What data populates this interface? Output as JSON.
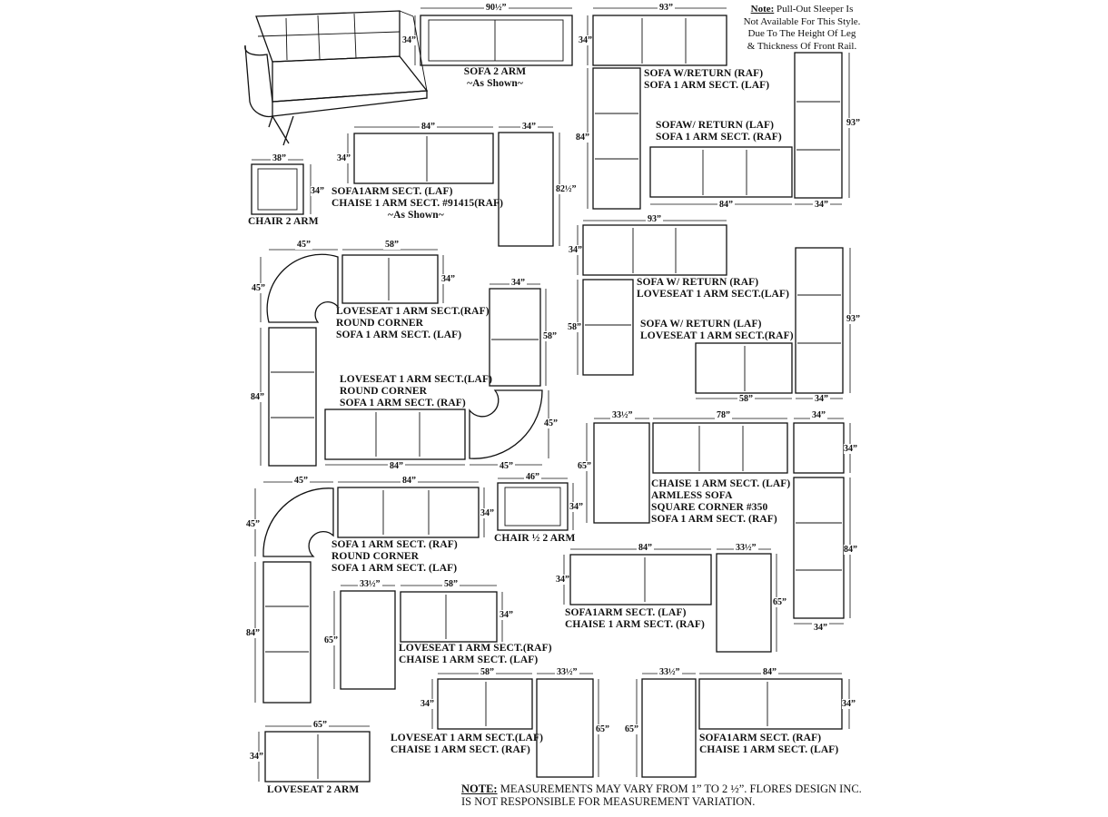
{
  "top_note": {
    "label": "Note:",
    "lines": [
      "Pull-Out Sleeper Is",
      "Not Available For This Style.",
      "Due To The Height Of Leg",
      "& Thickness Of Front Rail."
    ]
  },
  "footer_note": {
    "label": "NOTE:",
    "line1": "MEASUREMENTS MAY VARY FROM 1” TO 2 ½”. FLORES DESIGN INC.",
    "line2": "IS NOT RESPONSIBLE FOR MEASUREMENT VARIATION."
  },
  "labels": {
    "sofa2": [
      "SOFA 2 ARM",
      "~As Shown~"
    ],
    "chair2": [
      "CHAIR 2 ARM"
    ],
    "sofa_chaise": [
      "SOFA1ARM SECT. (LAF)",
      "CHAISE 1 ARM SECT. #91415(RAF)",
      "~As Shown~"
    ],
    "sofa_ret_raf": [
      "SOFA W/RETURN (RAF)",
      "SOFA 1 ARM SECT. (LAF)"
    ],
    "sofa_ret_laf": [
      "SOFAW/ RETURN (LAF)",
      "SOFA 1 ARM SECT. (RAF)"
    ],
    "love_round_raf": [
      "LOVESEAT 1 ARM SECT.(RAF)",
      "ROUND CORNER",
      "SOFA 1 ARM SECT. (LAF)"
    ],
    "love_round_laf": [
      "LOVESEAT 1 ARM SECT.(LAF)",
      "ROUND CORNER",
      "SOFA 1 ARM SECT. (RAF)"
    ],
    "sofa_ret_love_raf": [
      "SOFA W/ RETURN (RAF)",
      "LOVESEAT  1 ARM SECT.(LAF)"
    ],
    "sofa_ret_love_laf": [
      "SOFA  W/ RETURN (LAF)",
      "LOVESEAT 1 ARM SECT.(RAF)"
    ],
    "chaise_armless": [
      "CHAISE 1 ARM SECT. (LAF)",
      "ARMLESS SOFA",
      "SQUARE CORNER #350",
      "SOFA 1 ARM SECT. (RAF)"
    ],
    "chair_half": [
      "CHAIR ½  2 ARM"
    ],
    "sofa_round": [
      "SOFA 1 ARM SECT. (RAF)",
      "ROUND CORNER",
      "SOFA 1 ARM SECT. (LAF)"
    ],
    "sofa_chaise_raf": [
      "SOFA1ARM SECT. (LAF)",
      "CHAISE 1 ARM SECT. (RAF)"
    ],
    "love_chaise_laf": [
      "LOVESEAT 1 ARM SECT.(RAF)",
      "CHAISE 1 ARM SECT. (LAF)"
    ],
    "love_chaise_raf": [
      "LOVESEAT 1 ARM SECT.(LAF)",
      "CHAISE 1 ARM SECT. (RAF)"
    ],
    "sofa_chaise_laf": [
      "SOFA1ARM SECT. (RAF)",
      "CHAISE 1 ARM SECT. (LAF)"
    ],
    "loveseat2": [
      "LOVESEAT  2 ARM"
    ]
  },
  "dims": {
    "d_90h": "90½”",
    "d_34_sofa2": "34”",
    "d_93a": "93”",
    "d_34b": "34”",
    "d_84a": "84”",
    "d_93b": "93”",
    "d_84b": "84”",
    "d_34c": "34”",
    "d_38": "38”",
    "d_34d": "34”",
    "d_84c": "84”",
    "d_34e": "34”",
    "d_34f": "34”",
    "d_82h": "82½”",
    "d_93c": "93”",
    "d_34g": "34”",
    "d_58a": "58”",
    "d_93d": "93”",
    "d_58b": "58”",
    "d_34h": "34”",
    "d_45a": "45”",
    "d_58c": "58”",
    "d_45b": "45”",
    "d_34i": "34”",
    "d_34j": "34”",
    "d_58d": "58”",
    "d_84d": "84”",
    "d_45c": "45”",
    "d_84e": "84”",
    "d_45d": "45”",
    "d_33a": "33½”",
    "d_78": "78”",
    "d_34k": "34”",
    "d_34l": "34”",
    "d_65a": "65”",
    "d_84f": "84”",
    "d_34m": "34”",
    "d_45e": "45”",
    "d_84g": "84”",
    "d_34n": "34”",
    "d_45f": "45”",
    "d_46": "46”",
    "d_34o": "34”",
    "d_84h": "84”",
    "d_33b": "33½”",
    "d_34p": "34”",
    "d_65b": "65”",
    "d_84i": "84”",
    "d_33c": "33½”",
    "d_58e": "58”",
    "d_34q": "34”",
    "d_65c": "65”",
    "d_58f": "58”",
    "d_33d": "33½”",
    "d_34r": "34”",
    "d_65d": "65”",
    "d_33e": "33½”",
    "d_84j": "84”",
    "d_65e": "65”",
    "d_34s": "34”",
    "d_65f": "65”",
    "d_34t": "34”"
  }
}
